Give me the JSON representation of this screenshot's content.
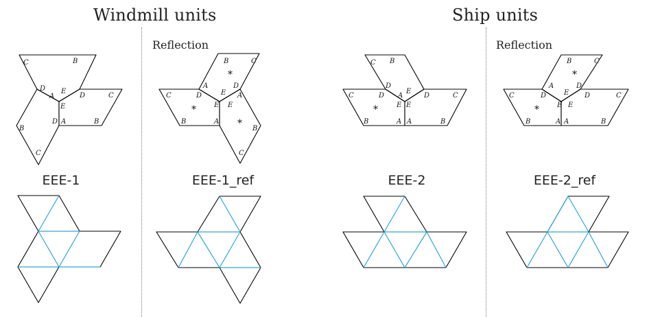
{
  "headers": {
    "windmill": "Windmill units",
    "ship": "Ship units"
  },
  "reflection_label": "Reflection",
  "vertex_letters": {
    "a": "A",
    "b": "B",
    "c": "C",
    "d": "D",
    "e": "E"
  },
  "star_mark": "*",
  "units": [
    {
      "name": "EEE-1"
    },
    {
      "name": "EEE-1_ref"
    },
    {
      "name": "EEE-2"
    },
    {
      "name": "EEE-2_ref"
    }
  ],
  "colors": {
    "outline": "#000000",
    "triangle_grid": "#2aa6d8",
    "divider": "#777777"
  }
}
